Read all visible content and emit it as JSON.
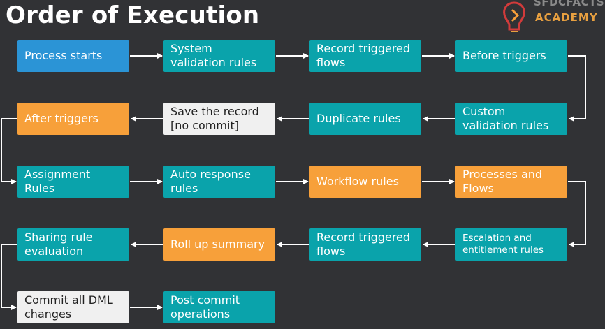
{
  "title": "Order of Execution",
  "logo": {
    "top": "SFDCFACTS",
    "bottom": "ACADEMY"
  },
  "colors": {
    "background": "#313235",
    "blue": "#2b94d6",
    "teal": "#0aa3ab",
    "orange": "#f7a03a",
    "light": "#f0f0f0",
    "connector": "#ffffff"
  },
  "steps": [
    {
      "id": "process-starts",
      "label": "Process starts",
      "color": "blue"
    },
    {
      "id": "system-validation",
      "label": "System validation rules",
      "color": "teal"
    },
    {
      "id": "record-triggered-flows-1",
      "label": "Record triggered flows",
      "color": "teal"
    },
    {
      "id": "before-triggers",
      "label": "Before triggers",
      "color": "teal"
    },
    {
      "id": "custom-validation",
      "label": "Custom validation rules",
      "color": "teal"
    },
    {
      "id": "duplicate-rules",
      "label": "Duplicate rules",
      "color": "teal"
    },
    {
      "id": "save-record",
      "label": "Save the record [no commit]",
      "color": "light"
    },
    {
      "id": "after-triggers",
      "label": "After triggers",
      "color": "orange"
    },
    {
      "id": "assignment-rules",
      "label": "Assignment Rules",
      "color": "teal"
    },
    {
      "id": "auto-response",
      "label": "Auto response rules",
      "color": "teal"
    },
    {
      "id": "workflow-rules",
      "label": "Workflow rules",
      "color": "orange"
    },
    {
      "id": "processes-flows",
      "label": "Processes and Flows",
      "color": "orange"
    },
    {
      "id": "escalation",
      "label": "Escalation and entitlement rules",
      "color": "teal"
    },
    {
      "id": "record-triggered-flows-2",
      "label": "Record triggered flows",
      "color": "teal"
    },
    {
      "id": "roll-up-summary",
      "label": "Roll up summary",
      "color": "orange"
    },
    {
      "id": "sharing-rule",
      "label": "Sharing rule evaluation",
      "color": "teal"
    },
    {
      "id": "commit-dml",
      "label": "Commit all DML changes",
      "color": "light"
    },
    {
      "id": "post-commit",
      "label": "Post commit operations",
      "color": "teal"
    }
  ]
}
